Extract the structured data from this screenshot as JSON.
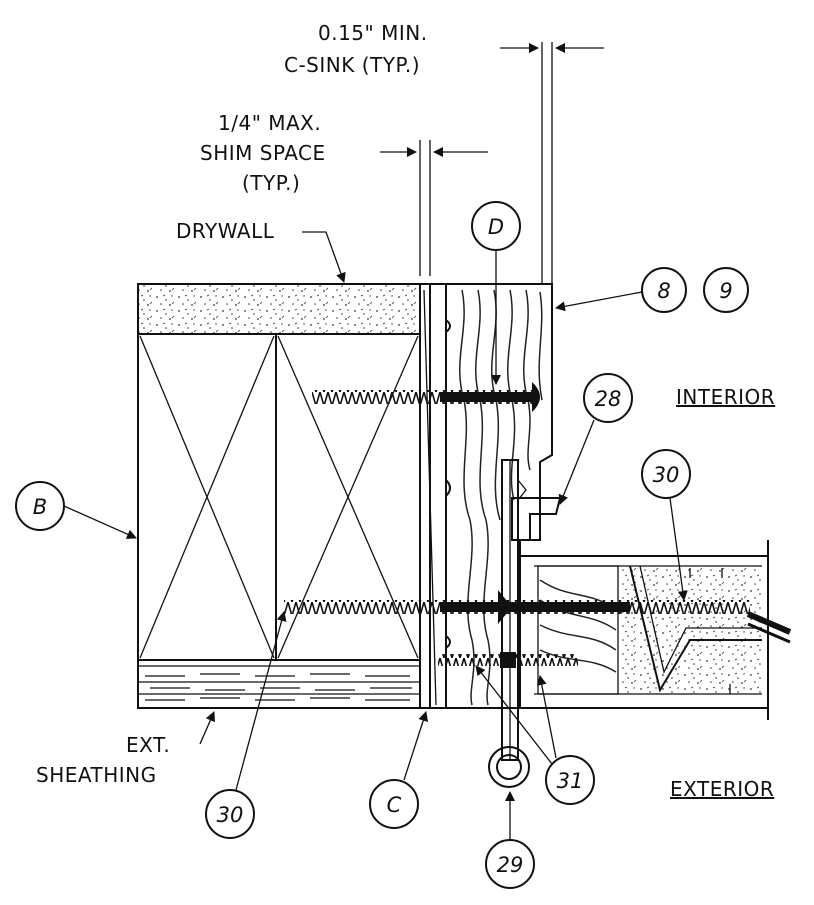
{
  "labels": {
    "csink_line1": "0.15\" MIN.",
    "csink_line2": "C-SINK (TYP.)",
    "shim_line1": "1/4\" MAX.",
    "shim_line2": "SHIM SPACE",
    "shim_line3": "(TYP.)",
    "drywall": "DRYWALL",
    "interior": "INTERIOR",
    "exterior": "EXTERIOR",
    "sheathing_line1": "EXT.",
    "sheathing_line2": "SHEATHING"
  },
  "callouts": {
    "d": "D",
    "b": "B",
    "c": "C",
    "n8": "8",
    "n9": "9",
    "n28": "28",
    "n29": "29",
    "n30_right": "30",
    "n30_bottom": "30",
    "n31": "31"
  }
}
